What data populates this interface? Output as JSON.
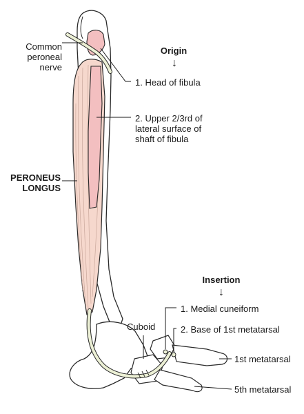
{
  "labels": {
    "common_peroneal_nerve": "Common\nperoneal\nnerve",
    "origin_heading": "Origin",
    "origin_arrow": "↓",
    "head_of_fibula": "1. Head of fibula",
    "upper_lateral_surface": "2. Upper 2/3rd of\nlateral surface of\nshaft of fibula",
    "muscle_name": "PERONEUS\nLONGUS",
    "insertion_heading": "Insertion",
    "insertion_arrow": "↓",
    "medial_cuneiform": "1. Medial cuneiform",
    "base_first_metatarsal": "2. Base of 1st metatarsal",
    "cuboid": "Cuboid",
    "first_metatarsal": "1st metatarsal",
    "fifth_metatarsal": "5th metatarsal"
  },
  "colors": {
    "muscle_fill": "#f6d8cd",
    "origin_fill": "#f3bfc0",
    "nerve_fill": "#ecf0d5",
    "bone_fill": "#ffffff",
    "outline": "#2a2a2a"
  }
}
